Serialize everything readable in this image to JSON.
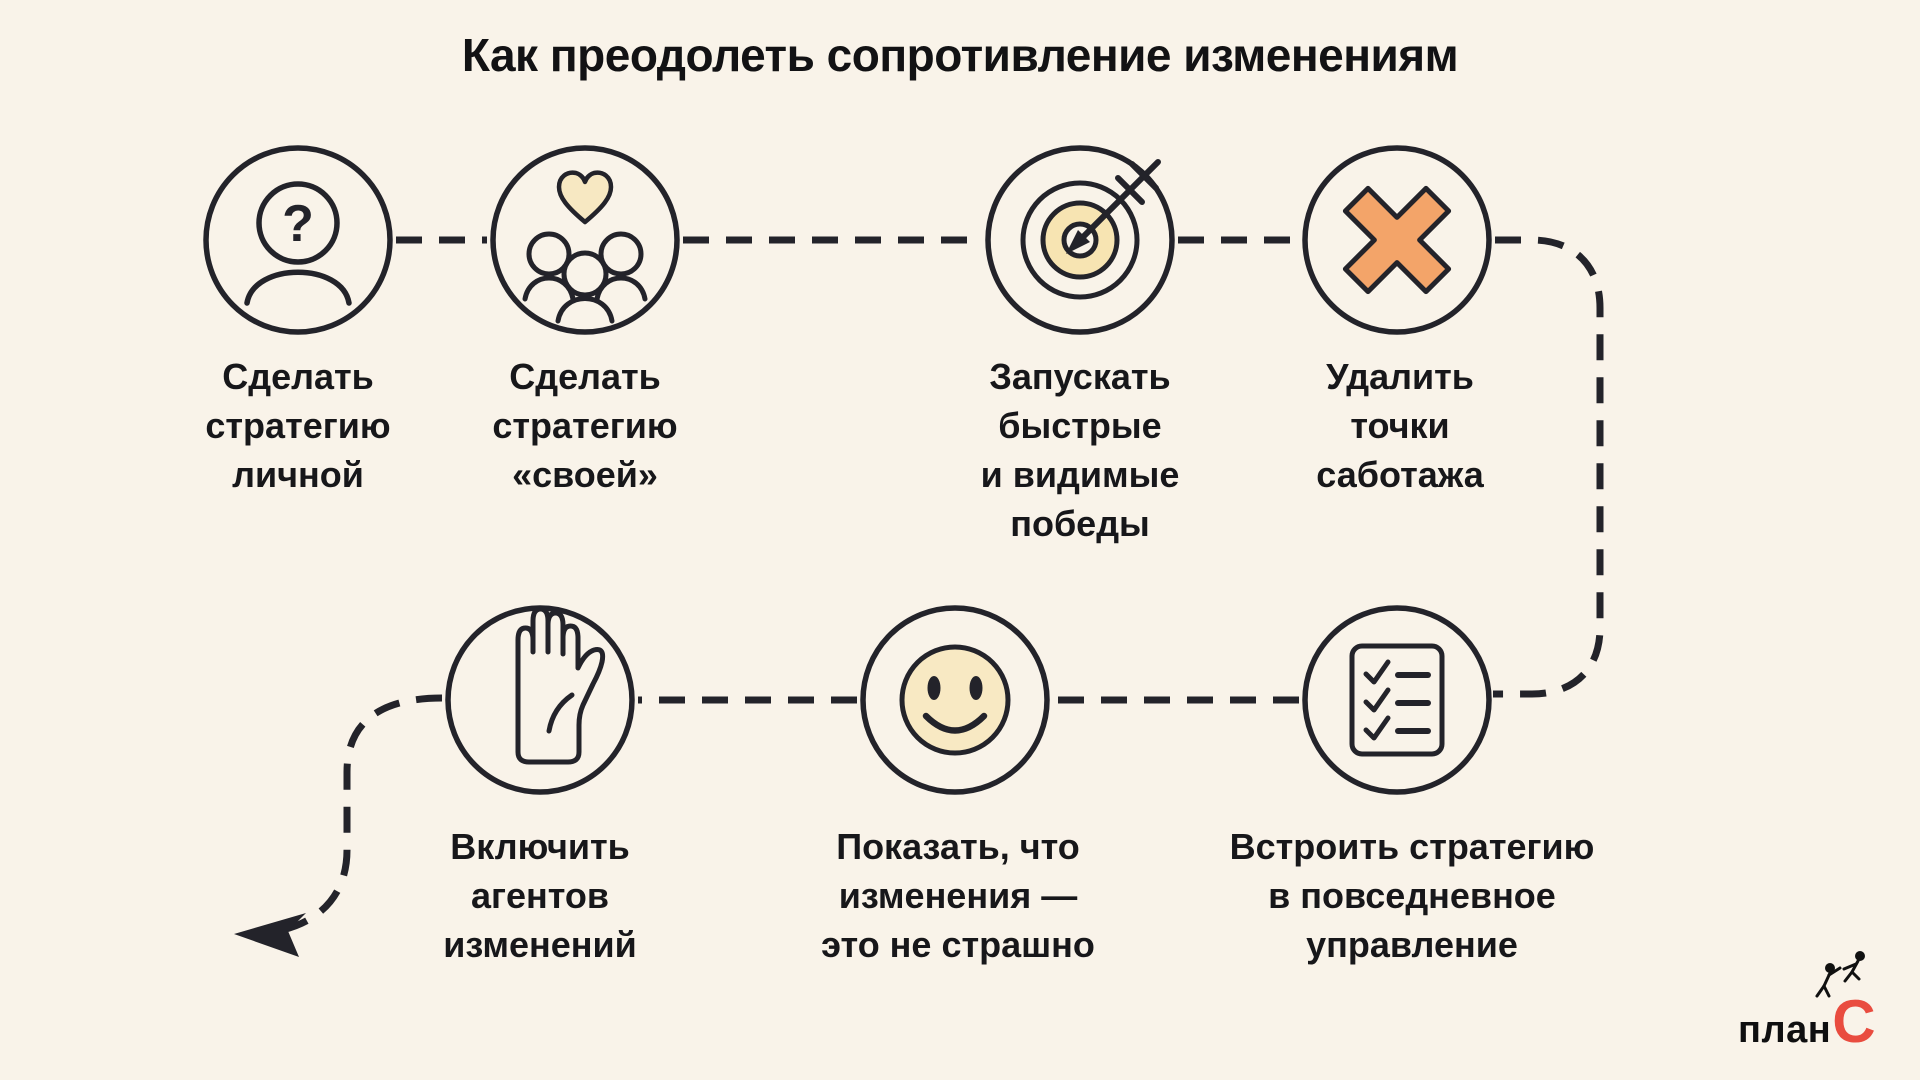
{
  "title": "Как преодолеть сопротивление изменениям",
  "steps": [
    {
      "name": "make-strategy-personal",
      "icon": "person-question-icon",
      "label": "Сделать стратегию личной",
      "lines": [
        "Сделать",
        "стратегию",
        "личной"
      ]
    },
    {
      "name": "make-strategy-own",
      "icon": "group-heart-icon",
      "label": "Сделать стратегию «своей»",
      "lines": [
        "Сделать",
        "стратегию",
        "«своей»"
      ]
    },
    {
      "name": "launch-quick-visible-wins",
      "icon": "target-arrow-icon",
      "label": "Запускать быстрые и видимые победы",
      "lines": [
        "Запускать",
        "быстрые",
        "и видимые",
        "победы"
      ]
    },
    {
      "name": "remove-sabotage-points",
      "icon": "cross-icon",
      "label": "Удалить точки саботажа",
      "lines": [
        "Удалить",
        "точки",
        "саботажа"
      ]
    },
    {
      "name": "embed-strategy-daily-management",
      "icon": "checklist-icon",
      "label": "Встроить стратегию в повседневное управление",
      "lines": [
        "Встроить стратегию",
        "в повседневное",
        "управление"
      ]
    },
    {
      "name": "show-change-not-scary",
      "icon": "smiley-icon",
      "label": "Показать, что изменения — это не страшно",
      "lines": [
        "Показать, что",
        "изменения —",
        "это не страшно"
      ]
    },
    {
      "name": "include-change-agents",
      "icon": "hand-icon",
      "label": "Включить агентов изменений",
      "lines": [
        "Включить",
        "агентов",
        "изменений"
      ]
    }
  ],
  "icons": {
    "question_glyph": "?"
  },
  "logo": {
    "black": "план",
    "red": "С"
  },
  "colors": {
    "background": "#f9f3e9",
    "ink": "#23232a",
    "text": "#17171a",
    "cream_fill": "#f7e8c2",
    "target_fill": "#f7e4b2",
    "smiley_fill": "#f8e9c3",
    "orange_cross": "#f3a469",
    "logo_red": "#e94c3f"
  }
}
